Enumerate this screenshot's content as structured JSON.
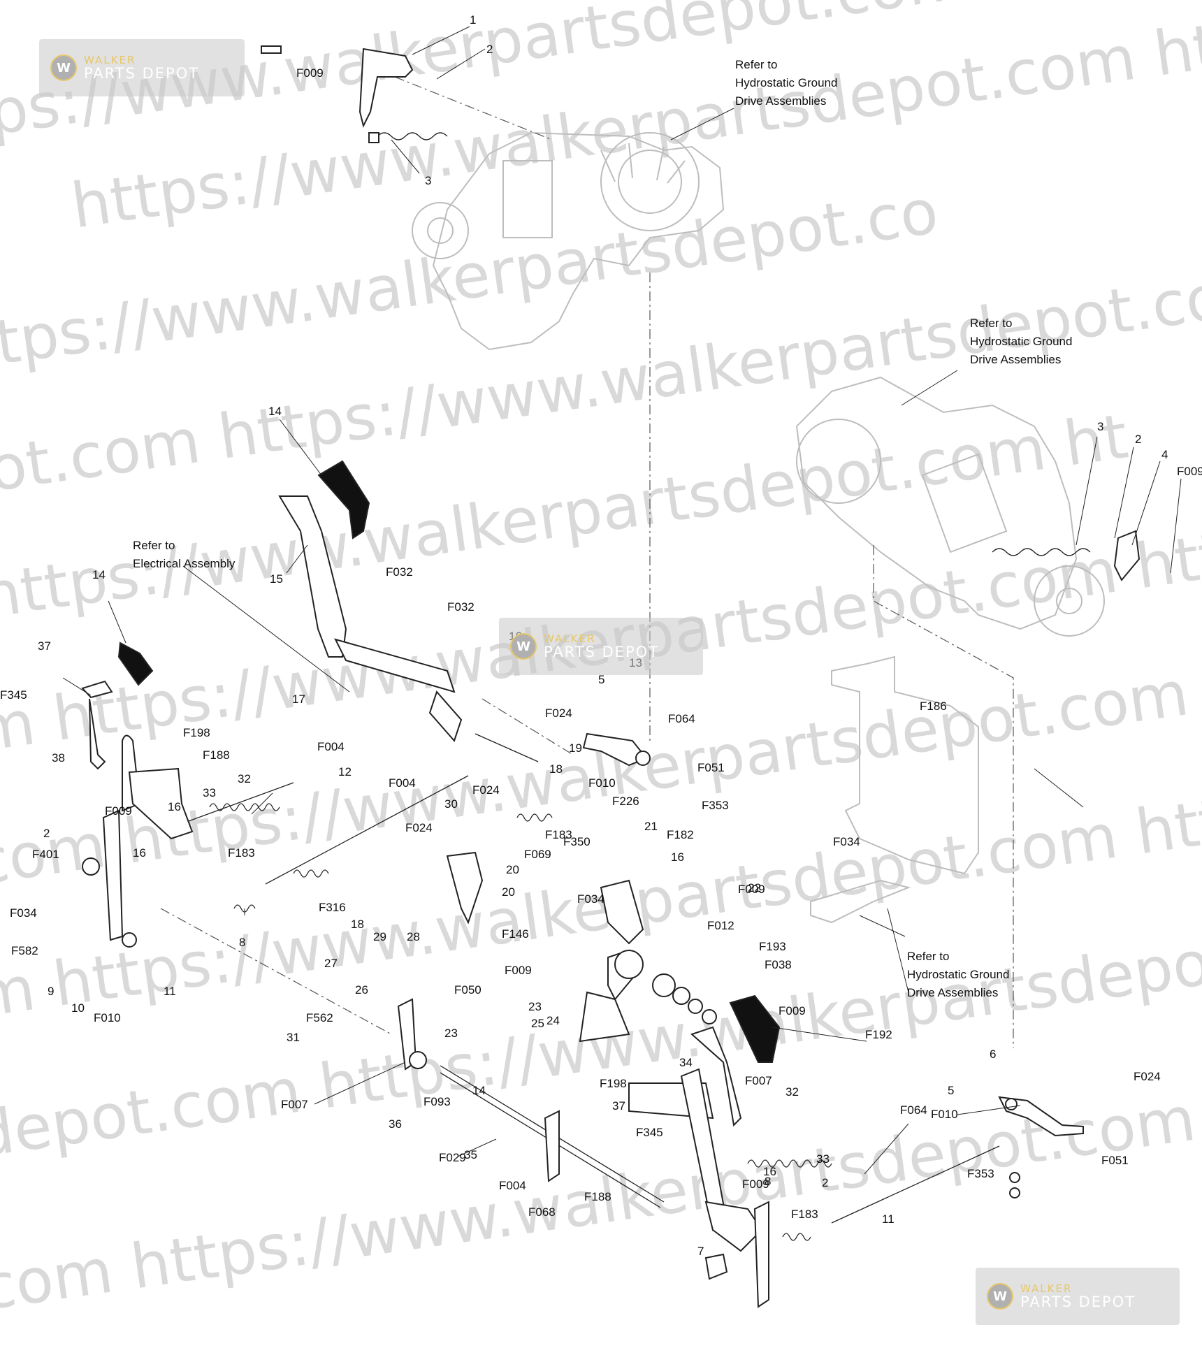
{
  "watermark": {
    "texts": [
      "ps://www.walkerpartsdepot.com https://",
      "https://www.walkerpartsdepot.com https:/",
      "tps://www.walkerpartsdepot.co",
      "ot.com https://www.walkerpartsdepot.com https",
      "https://www.walkerpartsdepot.com ht",
      "m https://www.walkerpartsdepot.com htt",
      "com https://www.walkerpartsdepot.com h",
      "m https://www.walkerpartsdepot.com https",
      "depot.com https://www.walkerpartsdepot.",
      "com https://www.walkerpartsdepot.com"
    ],
    "badge_brand": "WALKER",
    "badge_product": "PARTS DEPOT"
  },
  "references": {
    "hydro_top": [
      "Refer to",
      "Hydrostatic Ground",
      "Drive Assemblies"
    ],
    "hydro_right": [
      "Refer to",
      "Hydrostatic Ground",
      "Drive Assemblies"
    ],
    "hydro_bottom": [
      "Refer to",
      "Hydrostatic Ground",
      "Drive Assemblies"
    ],
    "electrical": [
      "Refer to",
      "Electrical Assembly"
    ]
  },
  "callouts": [
    "1",
    "2",
    "F009",
    "3",
    "3",
    "2",
    "4",
    "F009",
    "14",
    "15",
    "F032",
    "F032",
    "16",
    "17",
    "F004",
    "14",
    "37",
    "F345",
    "38",
    "F198",
    "F188",
    "32",
    "33",
    "16",
    "F009",
    "2",
    "F401",
    "16",
    "F034",
    "F582",
    "9",
    "10",
    "F010",
    "11",
    "8",
    "12",
    "F004",
    "F183",
    "F316",
    "18",
    "29",
    "28",
    "F024",
    "5",
    "13",
    "F064",
    "18",
    "19",
    "F010",
    "F051",
    "F353",
    "F024",
    "30",
    "F226",
    "F024",
    "F183",
    "F069",
    "F350",
    "21",
    "F182",
    "16",
    "20",
    "20",
    "F034",
    "F009",
    "22",
    "F146",
    "F009",
    "F012",
    "F034",
    "F186",
    "27",
    "26",
    "F050",
    "23",
    "23",
    "25",
    "24",
    "F193",
    "F009",
    "F038",
    "14",
    "F192",
    "F007",
    "F562",
    "31",
    "F007",
    "F093",
    "36",
    "F029",
    "35",
    "F004",
    "F068",
    "F188",
    "F198",
    "37",
    "34",
    "F345",
    "32",
    "33",
    "16",
    "F009",
    "8",
    "F183",
    "2",
    "11",
    "7",
    "F064",
    "6",
    "5",
    "F024",
    "F010",
    "F051",
    "F353"
  ]
}
